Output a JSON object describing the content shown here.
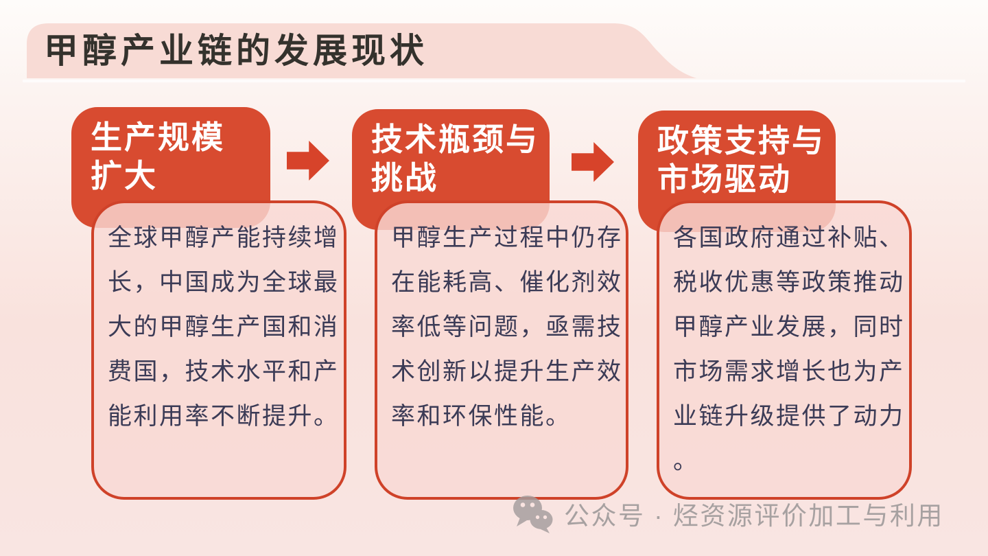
{
  "title": {
    "text": "甲醇产业链的发展现状"
  },
  "flow": {
    "steps": [
      {
        "header": "生产规模\n扩大",
        "body": "全球甲醇产能持续增长，中国成为全球最大的甲醇生产国和消费国，技术水平和产能利用率不断提升。"
      },
      {
        "header": "技术瓶颈与\n挑战",
        "body": "甲醇生产过程中仍存在能耗高、催化剂效率低等问题，亟需技术创新以提升生产效率和环保性能。"
      },
      {
        "header": "政策支持与\n市场驱动",
        "body": "各国政府通过补贴、税收优惠等政策推动甲醇产业发展，同时市场需求增长也为产业链升级提供了动力。"
      }
    ]
  },
  "watermark": {
    "icon": "wechat-icon",
    "text": "公众号 · 烃资源评价加工与利用"
  },
  "colors": {
    "accent_red": "#d84b30",
    "arrow_red": "#d7432a",
    "card_border": "#cf4229",
    "card_bg": "#f8d8d3",
    "banner_bg": "#f8dbd5",
    "body_text": "#3b3b56",
    "title_text": "#34322d",
    "watermark_gray": "#a7a1a1"
  }
}
